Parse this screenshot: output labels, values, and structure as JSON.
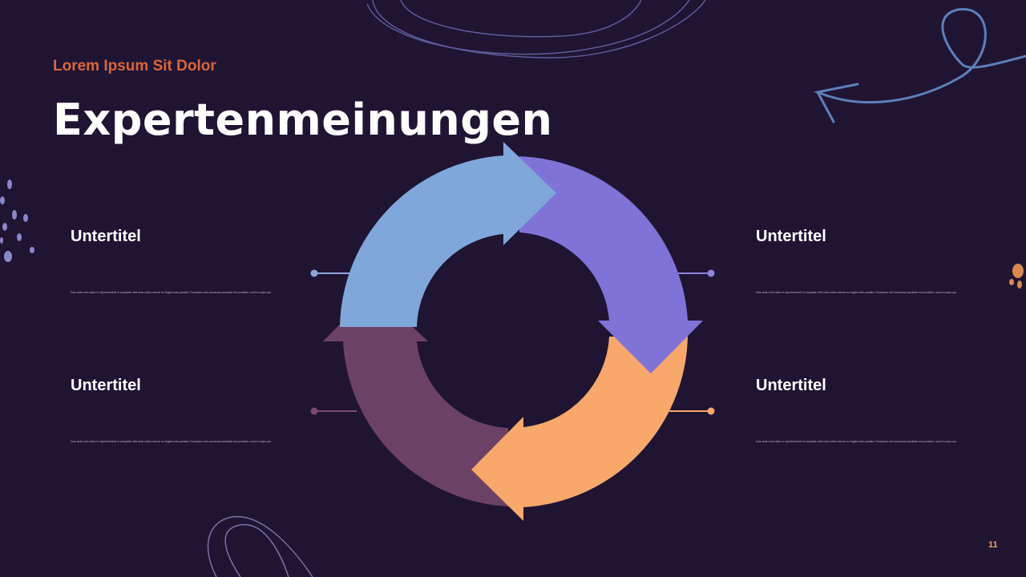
{
  "slide": {
    "eyebrow": "Lorem Ipsum Sit Dolor",
    "title": "Expertenmeinungen",
    "page_number": "11"
  },
  "blocks": [
    {
      "heading": "Untertitel",
      "body": "Duis aute irure dolor in reprehenderit in voluptate velit esse cillum dolore eu fugiat nulla pariatur. Excepteur sint occaecat cupidatat non proident, sunt in culpa qui."
    },
    {
      "heading": "Untertitel",
      "body": "Duis aute irure dolor in reprehenderit in voluptate velit esse cillum dolore eu fugiat nulla pariatur. Excepteur sint occaecat cupidatat non proident, sunt in culpa qui."
    },
    {
      "heading": "Untertitel",
      "body": "Duis aute irure dolor in reprehenderit in voluptate velit esse cillum dolore eu fugiat nulla pariatur. Excepteur sint occaecat cupidatat non proident, sunt in culpa qui."
    },
    {
      "heading": "Untertitel",
      "body": "Duis aute irure dolor in reprehenderit in voluptate velit esse cillum dolore eu fugiat nulla pariatur. Excepteur sint occaecat cupidatat non proident, sunt in culpa qui."
    }
  ],
  "colors": {
    "background": "#201433",
    "accent": "#d9663a",
    "cycle_blue": "#7fa7d9",
    "cycle_purple": "#7f73d8",
    "cycle_orange": "#f7a86a",
    "cycle_plum": "#6c4166"
  }
}
